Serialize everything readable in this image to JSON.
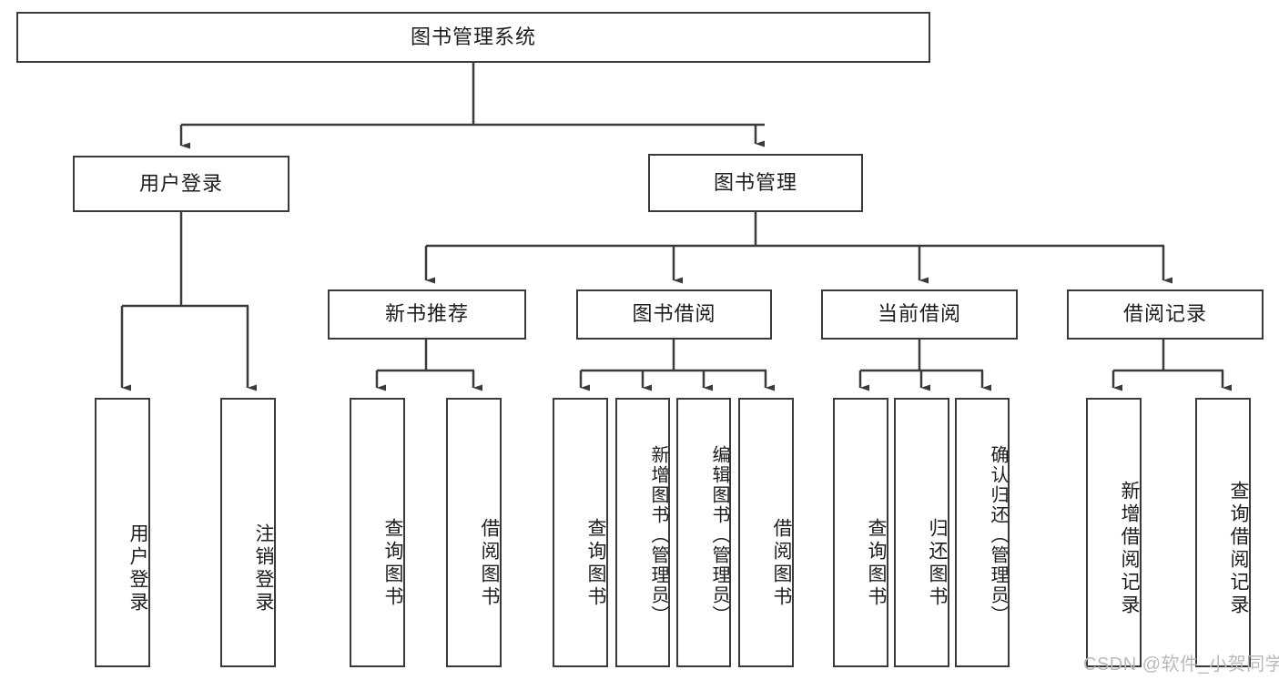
{
  "diagram": {
    "title": "图书管理系统",
    "type": "tree",
    "root": {
      "label": "图书管理系统"
    },
    "level1": [
      {
        "label": "用户登录"
      },
      {
        "label": "图书管理"
      }
    ],
    "level2": [
      {
        "label": "新书推荐"
      },
      {
        "label": "图书借阅"
      },
      {
        "label": "当前借阅"
      },
      {
        "label": "借阅记录"
      }
    ],
    "leaves": {
      "user_login": [
        {
          "label": "用户登录"
        },
        {
          "label": "注销登录"
        }
      ],
      "new_book_recommend": [
        {
          "label": "查询图书"
        },
        {
          "label": "借阅图书"
        }
      ],
      "book_borrow": [
        {
          "label": "查询图书"
        },
        {
          "label": "新增图书（管理员）"
        },
        {
          "label": "编辑图书（管理员）"
        },
        {
          "label": "借阅图书"
        }
      ],
      "current_borrow": [
        {
          "label": "查询图书"
        },
        {
          "label": "归还图书"
        },
        {
          "label": "确认归还（管理员）"
        }
      ],
      "borrow_record": [
        {
          "label": "新增借阅记录"
        },
        {
          "label": "查询借阅记录"
        }
      ]
    },
    "colors": {
      "border": "#3a3a3a",
      "edge": "#3a3a3a",
      "background": "#ffffff",
      "text": "#1d1d1d",
      "watermark": "#b9b9b9"
    }
  },
  "watermark": {
    "text": "CSDN @软件_小贺同学"
  }
}
